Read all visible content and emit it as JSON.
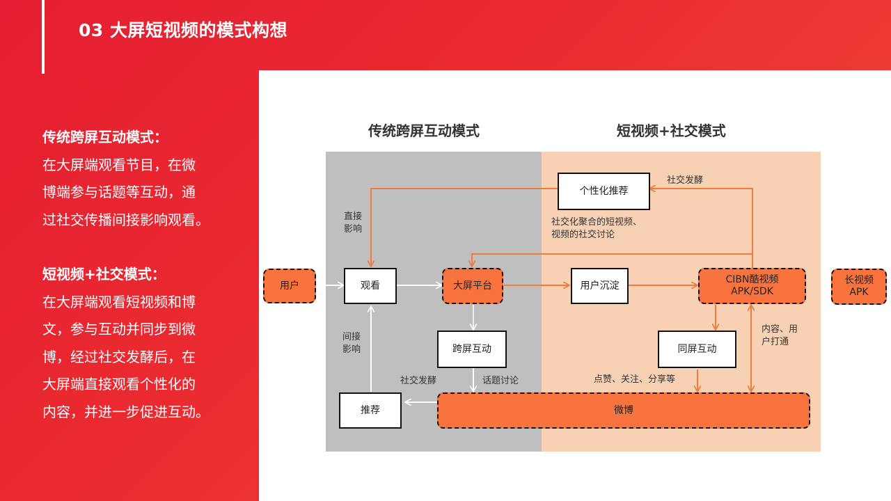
{
  "page": {
    "title": "03 大屏短视频的模式构想"
  },
  "left": {
    "mode1_head": "传统跨屏互动模式：",
    "mode1_lines": [
      "在大屏端观看节目，在微",
      "博端参与话题等互动，通",
      "过社交传播间接影响观看。"
    ],
    "mode2_head": "短视频+社交模式：",
    "mode2_lines": [
      "在大屏端观看短视频和博",
      "文，参与互动并同步到微",
      "博，经过社交发酵后，在",
      "大屏端直接观看个性化的",
      "内容，并进一步促进互动。"
    ]
  },
  "diagram": {
    "col_left_title": "传统跨屏互动模式",
    "col_right_title": "短视频+社交模式",
    "nodes": {
      "user": "用户",
      "watch": "观看",
      "bigscreen": "大屏平台",
      "cross_interact": "跨屏互动",
      "recommend": "推荐",
      "personal_rec": "个性化推荐",
      "user_settle": "用户沉淀",
      "cibn_line1": "CIBN酷视频",
      "cibn_line2": "APK/SDK",
      "long_video_line1": "长视频",
      "long_video_line2": "APK",
      "same_screen": "同屏互动",
      "weibo": "微博"
    },
    "labels": {
      "direct_1": "直接",
      "direct_2": "影响",
      "indirect_1": "间接",
      "indirect_2": "影响",
      "social_ferment_left": "社交发酵",
      "topic_discuss": "话题讨论",
      "social_ferment_top": "社交发酵",
      "aggregate_1": "社交化聚合的短视频、",
      "aggregate_2": "视频的社交讨论",
      "content_user_1": "内容、用",
      "content_user_2": "户打通",
      "like_follow": "点赞、关注、分享等"
    }
  },
  "colors": {
    "accent_red": "#e41e32",
    "orange_node": "#f9733e",
    "arrow_orange": "#ee7d3b",
    "gray_zone": "#bfbfbf",
    "peach_zone": "#f8d0b4"
  }
}
